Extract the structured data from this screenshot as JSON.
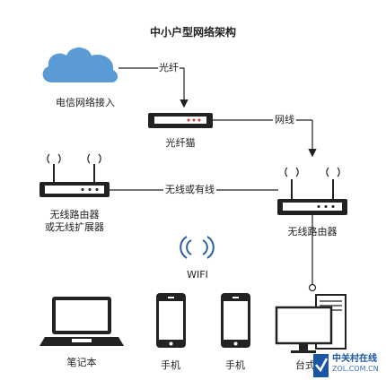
{
  "title": "中小户型网络架构",
  "nodes": {
    "telecom": "电信网络接入",
    "modem": "光纤猫",
    "router": "无线路由器",
    "extender_line1": "无线路由器",
    "extender_line2": "或无线扩展器",
    "wifi": "WIFI",
    "laptop": "笔记本",
    "phone1": "手机",
    "phone2": "手机",
    "desktop": "台式机"
  },
  "edges": {
    "fiber": "光纤",
    "lan": "网线",
    "link": "无线或有线"
  },
  "watermark": {
    "brand": "中关村在线",
    "url": "ZOL.COM.CN"
  }
}
